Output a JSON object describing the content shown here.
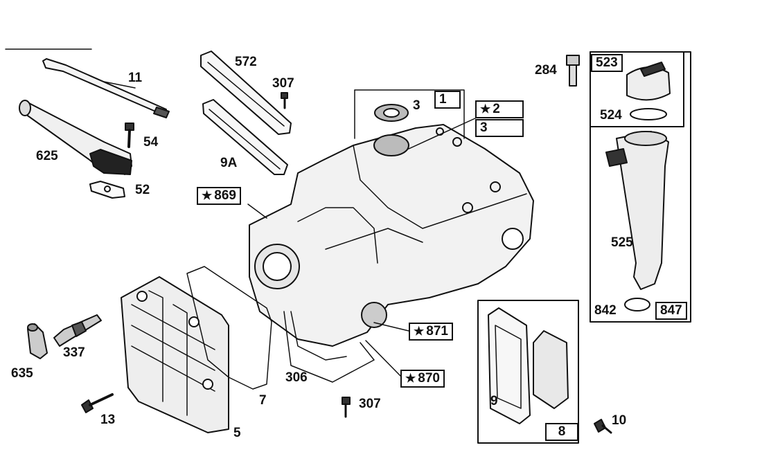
{
  "diagram": {
    "parts": [
      {
        "id": "p11",
        "text": "11"
      },
      {
        "id": "p625",
        "text": "625"
      },
      {
        "id": "p54",
        "text": "54"
      },
      {
        "id": "p52",
        "text": "52"
      },
      {
        "id": "p572",
        "text": "572"
      },
      {
        "id": "p307a",
        "text": "307"
      },
      {
        "id": "p9a",
        "text": "9A"
      },
      {
        "id": "p1",
        "text": "1"
      },
      {
        "id": "p3a",
        "text": "3"
      },
      {
        "id": "p2",
        "text": "2"
      },
      {
        "id": "p3b",
        "text": "3"
      },
      {
        "id": "p284",
        "text": "284"
      },
      {
        "id": "p523",
        "text": "523"
      },
      {
        "id": "p524",
        "text": "524"
      },
      {
        "id": "p525",
        "text": "525"
      },
      {
        "id": "p842",
        "text": "842"
      },
      {
        "id": "p847",
        "text": "847"
      },
      {
        "id": "p869",
        "text": "869"
      },
      {
        "id": "p871",
        "text": "871"
      },
      {
        "id": "p870",
        "text": "870"
      },
      {
        "id": "p306",
        "text": "306"
      },
      {
        "id": "p307b",
        "text": "307"
      },
      {
        "id": "p9",
        "text": "9"
      },
      {
        "id": "p8",
        "text": "8"
      },
      {
        "id": "p10",
        "text": "10"
      },
      {
        "id": "p635",
        "text": "635"
      },
      {
        "id": "p337",
        "text": "337"
      },
      {
        "id": "p13",
        "text": "13"
      },
      {
        "id": "p7",
        "text": "7"
      },
      {
        "id": "p5",
        "text": "5"
      }
    ]
  }
}
